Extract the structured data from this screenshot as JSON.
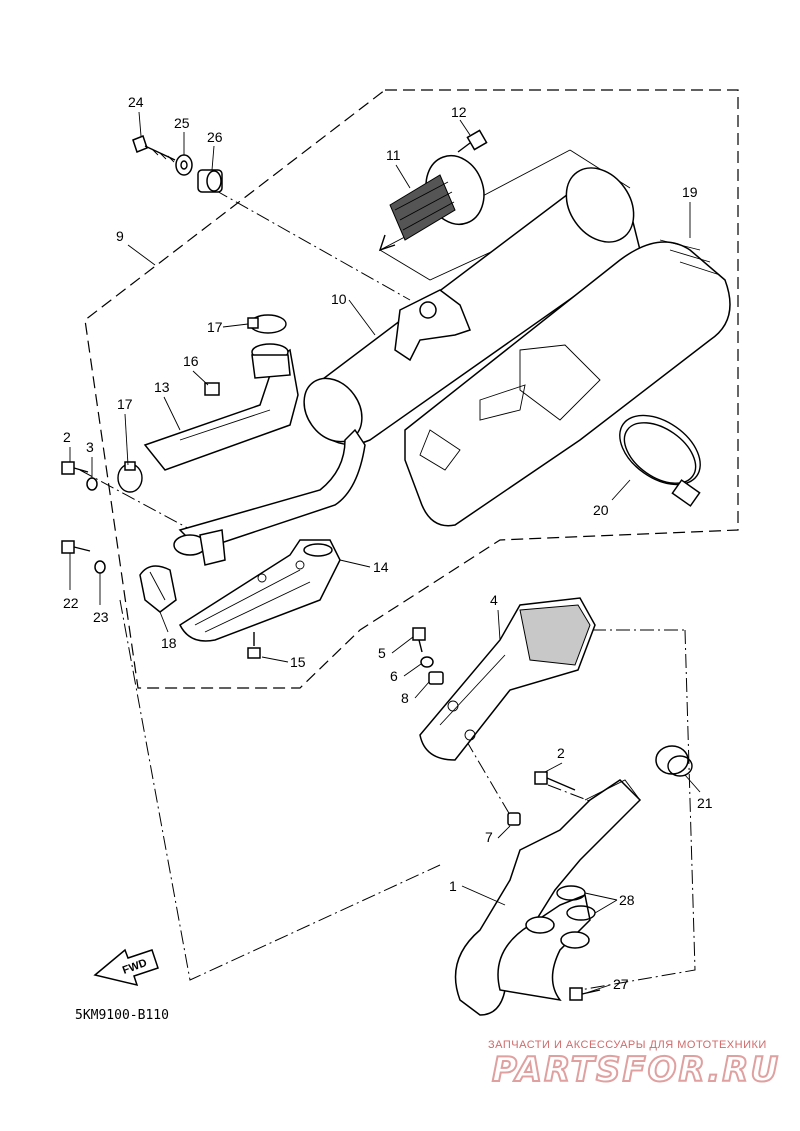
{
  "diagram": {
    "code": "5KM9100-B110",
    "fwd_label": "FWD",
    "callouts": [
      "1",
      "2",
      "3",
      "4",
      "5",
      "6",
      "7",
      "8",
      "9",
      "10",
      "11",
      "12",
      "13",
      "14",
      "15",
      "16",
      "17",
      "17",
      "18",
      "19",
      "20",
      "21",
      "2",
      "22",
      "23",
      "24",
      "25",
      "26",
      "27",
      "28"
    ]
  },
  "watermark": {
    "tagline": "ЗАПЧАСТИ И АКСЕССУАРЫ ДЛЯ МОТОТЕХНИКИ",
    "logo": "PARTSFOR.RU"
  }
}
